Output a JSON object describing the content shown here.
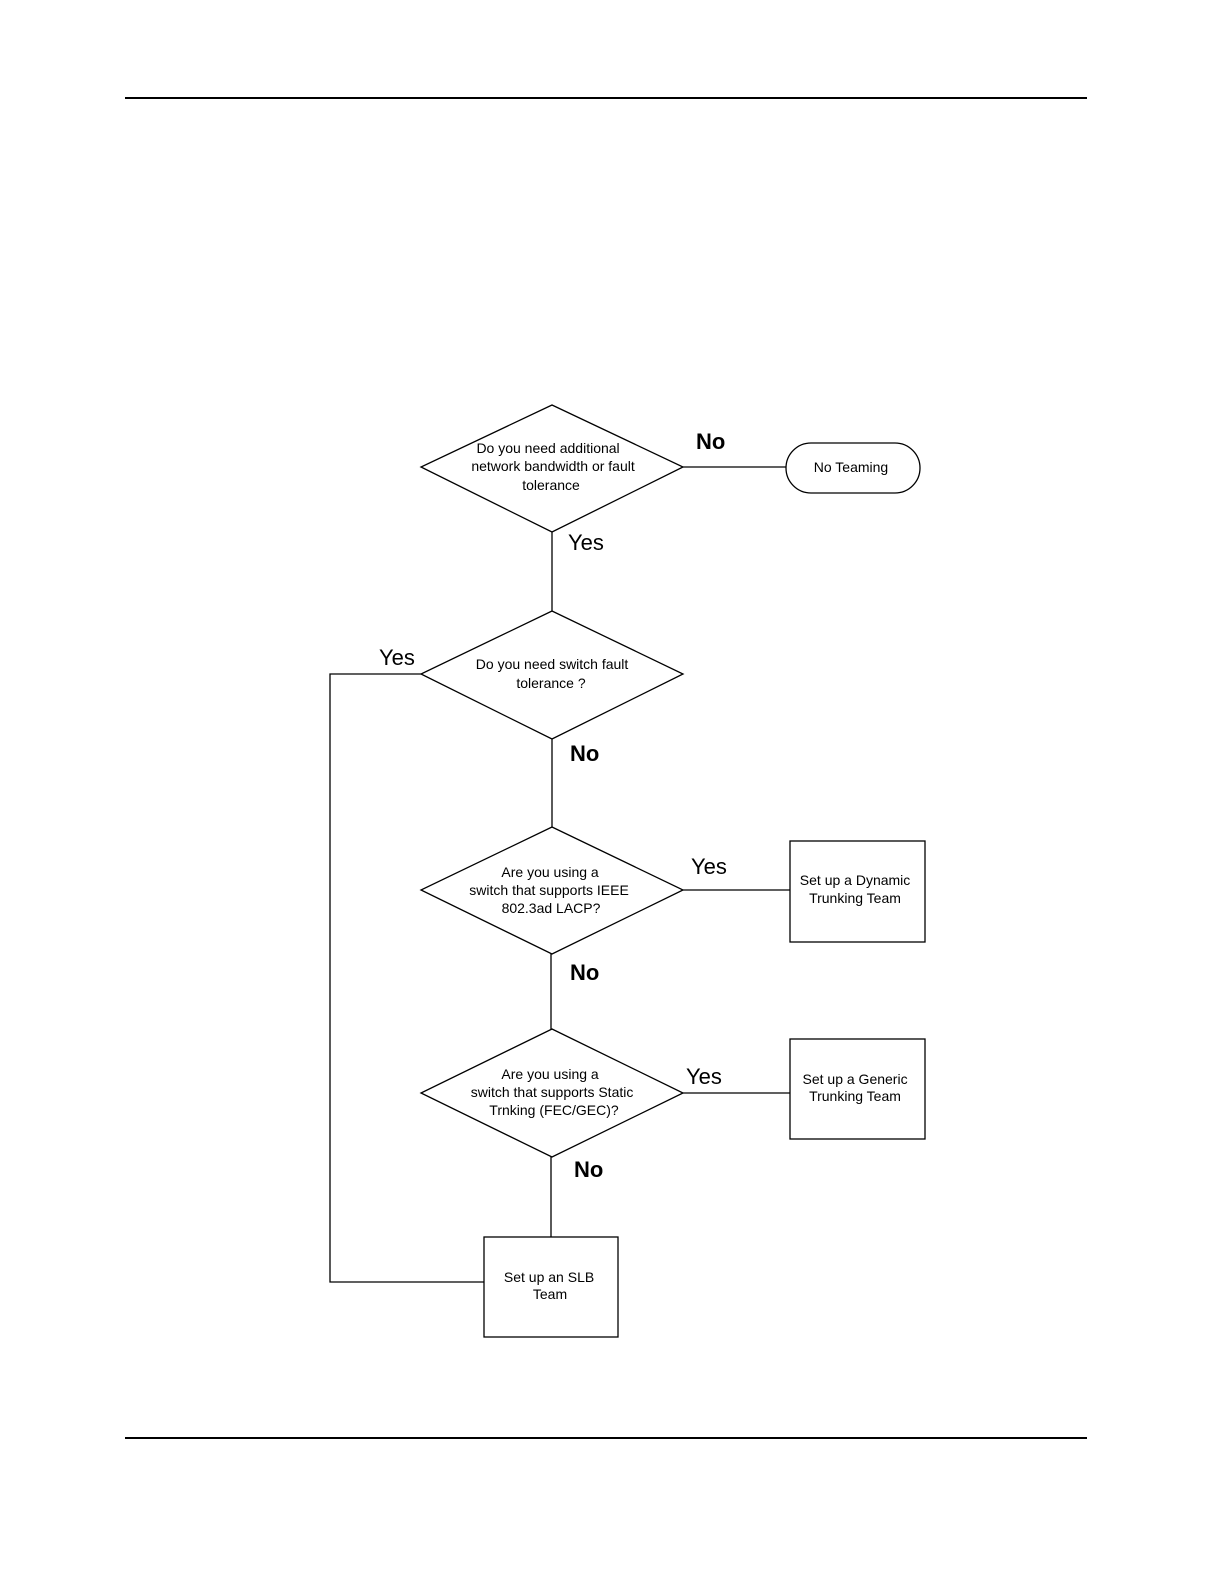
{
  "nodes": {
    "q1": {
      "lines": [
        "Do you need additional",
        "network  bandwidth or fault",
        "tolerance"
      ]
    },
    "no_teaming": {
      "lines": [
        "No Teaming"
      ]
    },
    "q2": {
      "lines": [
        "Do you need switch fault",
        "tolerance ?"
      ]
    },
    "q3": {
      "lines": [
        "Are you using a",
        "switch that supports IEEE",
        "802.3ad LACP?"
      ]
    },
    "dynamic": {
      "lines": [
        "Set up a Dynamic",
        "Trunking Team"
      ]
    },
    "q4": {
      "lines": [
        "Are you using a",
        "switch that supports Static",
        "Trnking (FEC/GEC)?"
      ]
    },
    "generic": {
      "lines": [
        "Set up a Generic",
        "Trunking Team"
      ]
    },
    "slb": {
      "lines": [
        "Set up an SLB",
        "Team"
      ]
    }
  },
  "edge_labels": {
    "q1_no": "No",
    "q1_yes": "Yes",
    "q2_yes": "Yes",
    "q2_no": "No",
    "q3_yes": "Yes",
    "q3_no": "No",
    "q4_yes": "Yes",
    "q4_no": "No"
  }
}
